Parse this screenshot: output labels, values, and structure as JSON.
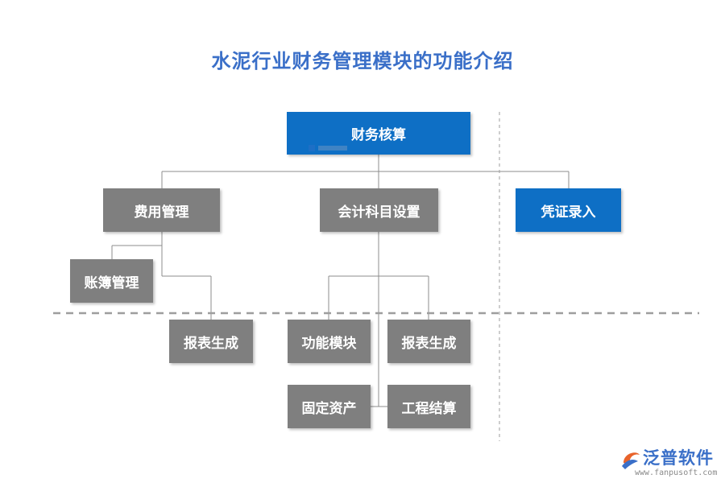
{
  "title": "水泥行业财务管理模块的功能介绍",
  "colors": {
    "title": "#3a6fc8",
    "blue_node": "#0e6fc5",
    "gray_node": "#7f7f7f",
    "line": "#8c8c8c",
    "dash": "#9e9e9e"
  },
  "nodes": {
    "root": "财务核算",
    "expense": "费用管理",
    "subject_setup": "会计科目设置",
    "voucher_entry": "凭证录入",
    "ledger": "账簿管理",
    "report_left": "报表生成",
    "function_module": "功能模块",
    "report_right": "报表生成",
    "fixed_assets": "固定资产",
    "project_settlement": "工程结算"
  },
  "logo": {
    "name": "泛普软件",
    "url": "www.fanpusoft.com"
  }
}
